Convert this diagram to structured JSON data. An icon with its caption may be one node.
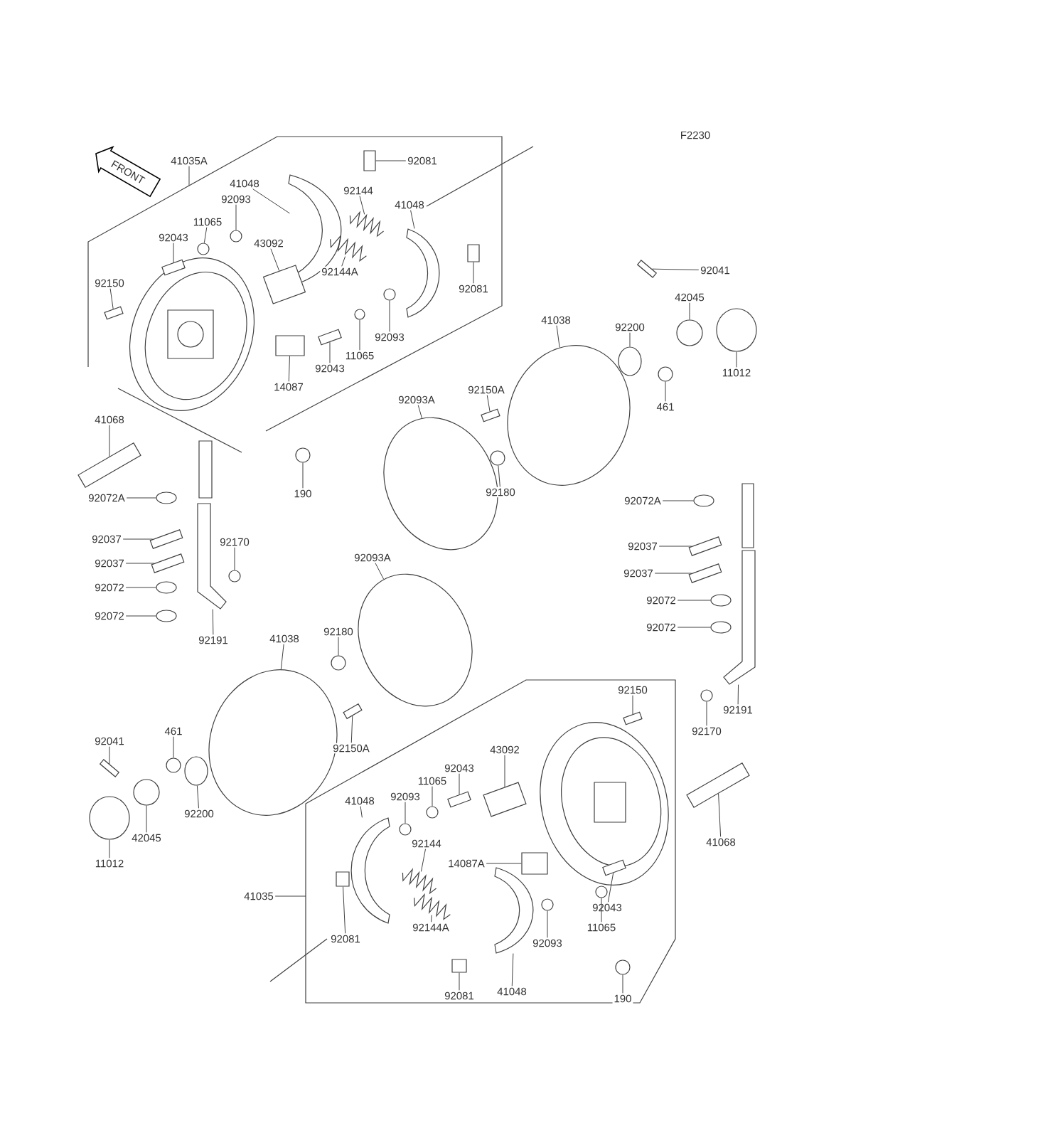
{
  "diagram": {
    "nodes": [
      {
        "text": [
          "41035A"
        ]
      },
      {
        "text": [
          "41048"
        ]
      },
      {
        "text": [
          "92093"
        ]
      },
      {
        "text": [
          "11065"
        ]
      },
      {
        "text": [
          "92043"
        ]
      },
      {
        "text": [
          "43092"
        ]
      },
      {
        "text": [
          "92081"
        ]
      },
      {
        "text": [
          "92144"
        ]
      },
      {
        "text": [
          "41048"
        ]
      },
      {
        "text": [
          "92144A"
        ]
      },
      {
        "text": [
          "92081"
        ]
      },
      {
        "text": [
          "92150"
        ]
      },
      {
        "text": [
          "92093"
        ]
      },
      {
        "text": [
          "11065"
        ]
      },
      {
        "text": [
          "92043"
        ]
      },
      {
        "text": [
          "14087"
        ]
      },
      {
        "text": [
          "92041"
        ]
      },
      {
        "text": [
          "42045"
        ]
      },
      {
        "text": [
          "41038"
        ]
      },
      {
        "text": [
          "92200"
        ]
      },
      {
        "text": [
          "11012"
        ]
      },
      {
        "text": [
          "92150A"
        ]
      },
      {
        "text": [
          "461"
        ]
      },
      {
        "text": [
          "92093A"
        ]
      },
      {
        "text": [
          "41068"
        ]
      },
      {
        "text": [
          "190"
        ]
      },
      {
        "text": [
          "92180"
        ]
      },
      {
        "text": [
          "92072A"
        ]
      },
      {
        "text": [
          "92072A"
        ]
      },
      {
        "text": [
          "92037"
        ]
      },
      {
        "text": [
          "92170"
        ]
      },
      {
        "text": [
          "92037"
        ]
      },
      {
        "text": [
          "92093A"
        ]
      },
      {
        "text": [
          "92037"
        ]
      },
      {
        "text": [
          "92037"
        ]
      },
      {
        "text": [
          "92072"
        ]
      },
      {
        "text": [
          "92072"
        ]
      },
      {
        "text": [
          "92072"
        ]
      },
      {
        "text": [
          "92072"
        ]
      },
      {
        "text": [
          "41038"
        ]
      },
      {
        "text": [
          "92180"
        ]
      },
      {
        "text": [
          "92191"
        ]
      },
      {
        "text": [
          "92150"
        ]
      },
      {
        "text": [
          "92191"
        ]
      },
      {
        "text": [
          "92170"
        ]
      },
      {
        "text": [
          "92041"
        ]
      },
      {
        "text": [
          "461"
        ]
      },
      {
        "text": [
          "92150A"
        ]
      },
      {
        "text": [
          "43092"
        ]
      },
      {
        "text": [
          "92043"
        ]
      },
      {
        "text": [
          "11065"
        ]
      },
      {
        "text": [
          "92093"
        ]
      },
      {
        "text": [
          "41048"
        ]
      },
      {
        "text": [
          "92200"
        ]
      },
      {
        "text": [
          "42045"
        ]
      },
      {
        "text": [
          "41068"
        ]
      },
      {
        "text": [
          "92144"
        ]
      },
      {
        "text": [
          "14087A"
        ]
      },
      {
        "text": [
          "11012"
        ]
      },
      {
        "text": [
          "41035"
        ]
      },
      {
        "text": [
          "92043"
        ]
      },
      {
        "text": [
          "92081"
        ]
      },
      {
        "text": [
          "92144A"
        ]
      },
      {
        "text": [
          "11065"
        ]
      },
      {
        "text": [
          "92093"
        ]
      },
      {
        "text": [
          "41048"
        ]
      },
      {
        "text": [
          "92081"
        ]
      },
      {
        "text": [
          "190"
        ]
      },
      {
        "text": [],
        "shape": "picture"
      },
      {
        "text": [],
        "shape": "circle"
      },
      {
        "text": [],
        "shape": "circle"
      },
      {
        "text": [],
        "shape": "box"
      },
      {
        "text": [],
        "shape": "box"
      },
      {
        "text": [],
        "shape": "box"
      },
      {
        "text": [],
        "shape": "picture"
      },
      {
        "text": [],
        "shape": "picture"
      },
      {
        "text": [],
        "shape": "picture"
      },
      {
        "text": [],
        "shape": "box"
      },
      {
        "text": [],
        "shape": "box"
      },
      {
        "text": [],
        "shape": "circle"
      },
      {
        "text": [],
        "shape": "circle"
      },
      {
        "text": [],
        "shape": "box"
      },
      {
        "text": [],
        "shape": "box"
      },
      {
        "text": [],
        "shape": "box"
      },
      {
        "text": [],
        "shape": "circle"
      },
      {
        "text": [],
        "shape": "circle"
      },
      {
        "text": [],
        "shape": "circle"
      },
      {
        "text": [],
        "shape": "circle"
      },
      {
        "text": [],
        "shape": "box"
      },
      {
        "text": [],
        "shape": "circle"
      },
      {
        "text": [],
        "shape": "circle"
      },
      {
        "text": [],
        "shape": "box"
      },
      {
        "text": [],
        "shape": "circle"
      },
      {
        "text": [],
        "shape": "circle"
      },
      {
        "text": [],
        "shape": "circle"
      },
      {
        "text": [],
        "shape": "circle"
      },
      {
        "text": [],
        "shape": "box"
      },
      {
        "text": [],
        "shape": "circle"
      },
      {
        "text": [],
        "shape": "box"
      },
      {
        "text": [],
        "shape": "circle"
      },
      {
        "text": [],
        "shape": "box"
      },
      {
        "text": [],
        "shape": "box"
      },
      {
        "text": [],
        "shape": "circle"
      },
      {
        "text": [],
        "shape": "circle"
      },
      {
        "text": [],
        "shape": "circle"
      },
      {
        "text": [],
        "shape": "circle"
      },
      {
        "text": [],
        "shape": "circle"
      },
      {
        "text": [],
        "shape": "circle"
      },
      {
        "text": [],
        "shape": "picture"
      },
      {
        "text": [],
        "shape": "box"
      },
      {
        "text": [],
        "shape": "picture"
      },
      {
        "text": [],
        "shape": "circle"
      },
      {
        "text": [],
        "shape": "box"
      },
      {
        "text": [],
        "shape": "circle"
      },
      {
        "text": [],
        "shape": "box"
      },
      {
        "text": [],
        "shape": "box"
      },
      {
        "text": [],
        "shape": "box"
      },
      {
        "text": [],
        "shape": "circle"
      },
      {
        "text": [],
        "shape": "circle"
      },
      {
        "text": [],
        "shape": "picture"
      },
      {
        "text": [],
        "shape": "circle"
      },
      {
        "text": [],
        "shape": "circle"
      },
      {
        "text": [],
        "shape": "box"
      },
      {
        "text": [],
        "shape": "picture"
      },
      {
        "text": [],
        "shape": "box"
      },
      {
        "text": [],
        "shape": "circle"
      },
      {
        "text": [],
        "shape": "box"
      },
      {
        "text": [],
        "shape": "box"
      },
      {
        "text": [],
        "shape": "picture"
      },
      {
        "text": [],
        "shape": "circle"
      },
      {
        "text": [],
        "shape": "circle"
      },
      {
        "text": [],
        "shape": "picture"
      },
      {
        "text": [],
        "shape": "box"
      },
      {
        "text": [],
        "shape": "circle"
      }
    ],
    "edges": [
      {
        "from": 0,
        "to": null,
        "arrow": "none"
      },
      {
        "from": 1,
        "to": 68,
        "arrow": "none"
      },
      {
        "from": 2,
        "to": 69,
        "arrow": "none"
      },
      {
        "from": 3,
        "to": 70,
        "arrow": "none"
      },
      {
        "from": 4,
        "to": 71,
        "arrow": "none"
      },
      {
        "from": 5,
        "to": 72,
        "arrow": "none"
      },
      {
        "from": 6,
        "to": 73,
        "arrow": "none"
      },
      {
        "from": 7,
        "to": 74,
        "arrow": "none"
      },
      {
        "from": 8,
        "to": 75,
        "arrow": "none"
      },
      {
        "from": 9,
        "to": 76,
        "arrow": "none"
      },
      {
        "from": 10,
        "to": 77,
        "arrow": "none"
      },
      {
        "from": 11,
        "to": 78,
        "arrow": "none"
      },
      {
        "from": 12,
        "to": 79,
        "arrow": "none"
      },
      {
        "from": 13,
        "to": 80,
        "arrow": "none"
      },
      {
        "from": 14,
        "to": 81,
        "arrow": "none"
      },
      {
        "from": 15,
        "to": 82,
        "arrow": "none"
      },
      {
        "from": 16,
        "to": 83,
        "arrow": "none"
      },
      {
        "from": 17,
        "to": 84,
        "arrow": "none"
      },
      {
        "from": 18,
        "to": 85,
        "arrow": "none"
      },
      {
        "from": 19,
        "to": 86,
        "arrow": "none"
      },
      {
        "from": 20,
        "to": 87,
        "arrow": "none"
      },
      {
        "from": 21,
        "to": 88,
        "arrow": "none"
      },
      {
        "from": 22,
        "to": 89,
        "arrow": "none"
      },
      {
        "from": 23,
        "to": 90,
        "arrow": "none"
      },
      {
        "from": 24,
        "to": 91,
        "arrow": "none"
      },
      {
        "from": 25,
        "to": 92,
        "arrow": "none"
      },
      {
        "from": 26,
        "to": 93,
        "arrow": "none"
      },
      {
        "from": 27,
        "to": 94,
        "arrow": "none"
      },
      {
        "from": 28,
        "to": 95,
        "arrow": "none"
      },
      {
        "from": 29,
        "to": 96,
        "arrow": "none"
      },
      {
        "from": 30,
        "to": 97,
        "arrow": "none"
      },
      {
        "from": 31,
        "to": 98,
        "arrow": "none"
      },
      {
        "from": 32,
        "to": 99,
        "arrow": "none"
      },
      {
        "from": 33,
        "to": 100,
        "arrow": "none"
      },
      {
        "from": 34,
        "to": 101,
        "arrow": "none"
      },
      {
        "from": 35,
        "to": 102,
        "arrow": "none"
      },
      {
        "from": 36,
        "to": 103,
        "arrow": "none"
      },
      {
        "from": 37,
        "to": 104,
        "arrow": "none"
      },
      {
        "from": 38,
        "to": 105,
        "arrow": "none"
      },
      {
        "from": 39,
        "to": 106,
        "arrow": "none"
      },
      {
        "from": 40,
        "to": 107,
        "arrow": "none"
      },
      {
        "from": 41,
        "to": 108,
        "arrow": "none"
      },
      {
        "from": 42,
        "to": 109,
        "arrow": "none"
      },
      {
        "from": 43,
        "to": 110,
        "arrow": "none"
      },
      {
        "from": 44,
        "to": 111,
        "arrow": "none"
      },
      {
        "from": 45,
        "to": 112,
        "arrow": "none"
      },
      {
        "from": 46,
        "to": 113,
        "arrow": "none"
      },
      {
        "from": 47,
        "to": 114,
        "arrow": "none"
      },
      {
        "from": 48,
        "to": 115,
        "arrow": "none"
      },
      {
        "from": 49,
        "to": 116,
        "arrow": "none"
      },
      {
        "from": 50,
        "to": 117,
        "arrow": "none"
      },
      {
        "from": 51,
        "to": 118,
        "arrow": "none"
      },
      {
        "from": 52,
        "to": 119,
        "arrow": "none"
      },
      {
        "from": 53,
        "to": 120,
        "arrow": "none"
      },
      {
        "from": 54,
        "to": 121,
        "arrow": "none"
      },
      {
        "from": 55,
        "to": 122,
        "arrow": "none"
      },
      {
        "from": 56,
        "to": 123,
        "arrow": "none"
      },
      {
        "from": 57,
        "to": 124,
        "arrow": "none"
      },
      {
        "from": 58,
        "to": 125,
        "arrow": "none"
      },
      {
        "from": 59,
        "to": null,
        "arrow": "none"
      },
      {
        "from": 60,
        "to": 126,
        "arrow": "none"
      },
      {
        "from": 61,
        "to": 127,
        "arrow": "none"
      },
      {
        "from": 62,
        "to": 128,
        "arrow": "none"
      },
      {
        "from": 63,
        "to": 129,
        "arrow": "none"
      },
      {
        "from": 64,
        "to": 130,
        "arrow": "none"
      },
      {
        "from": 65,
        "to": 131,
        "arrow": "none"
      },
      {
        "from": 66,
        "to": 132,
        "arrow": "none"
      },
      {
        "from": 67,
        "to": 133,
        "arrow": "none"
      }
    ],
    "labels": [
      "F2230",
      "FRONT"
    ]
  }
}
